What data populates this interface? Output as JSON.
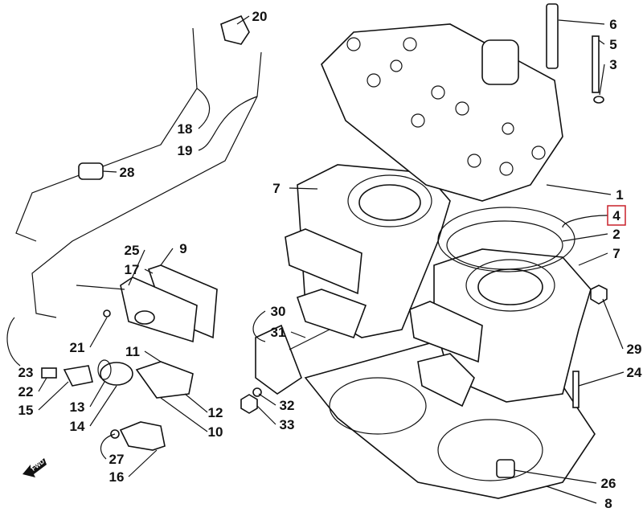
{
  "diagram": {
    "highlight_color": "#c8202a",
    "highlighted_part": "4",
    "fwd_label": "FWD",
    "callouts": [
      {
        "id": "20"
      },
      {
        "id": "6"
      },
      {
        "id": "5"
      },
      {
        "id": "3"
      },
      {
        "id": "18"
      },
      {
        "id": "19"
      },
      {
        "id": "28"
      },
      {
        "id": "7"
      },
      {
        "id": "1"
      },
      {
        "id": "4"
      },
      {
        "id": "2"
      },
      {
        "id": "7"
      },
      {
        "id": "25"
      },
      {
        "id": "9"
      },
      {
        "id": "17"
      },
      {
        "id": "30"
      },
      {
        "id": "31"
      },
      {
        "id": "21"
      },
      {
        "id": "11"
      },
      {
        "id": "29"
      },
      {
        "id": "23"
      },
      {
        "id": "24"
      },
      {
        "id": "22"
      },
      {
        "id": "15"
      },
      {
        "id": "13"
      },
      {
        "id": "14"
      },
      {
        "id": "12"
      },
      {
        "id": "32"
      },
      {
        "id": "33"
      },
      {
        "id": "10"
      },
      {
        "id": "27"
      },
      {
        "id": "16"
      },
      {
        "id": "26"
      },
      {
        "id": "8"
      }
    ]
  }
}
